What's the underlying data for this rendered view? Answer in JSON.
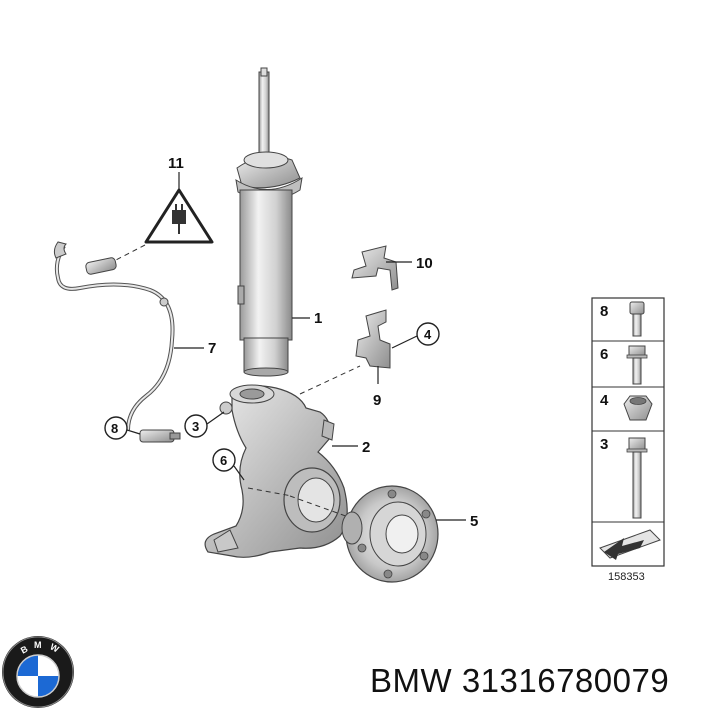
{
  "callouts": {
    "c1": "1",
    "c2": "2",
    "c3": "3",
    "c4": "4",
    "c5": "5",
    "c6": "6",
    "c7": "7",
    "c8": "8",
    "c9": "9",
    "c10": "10",
    "c11": "11"
  },
  "legend": {
    "items": [
      {
        "number": "8",
        "icon": "socket-bolt-icon"
      },
      {
        "number": "6",
        "icon": "hex-bolt-short-icon"
      },
      {
        "number": "4",
        "icon": "hex-nut-icon"
      },
      {
        "number": "3",
        "icon": "hex-bolt-long-icon"
      }
    ],
    "reference": "158353"
  },
  "caption": {
    "brand": "BMW",
    "part_number": "31316780079",
    "full": "BMW 31316780079"
  },
  "colors": {
    "part_light": "#e6e6e6",
    "part_mid": "#c4c4c4",
    "part_dark": "#8c8c8c",
    "line": "#222222"
  }
}
